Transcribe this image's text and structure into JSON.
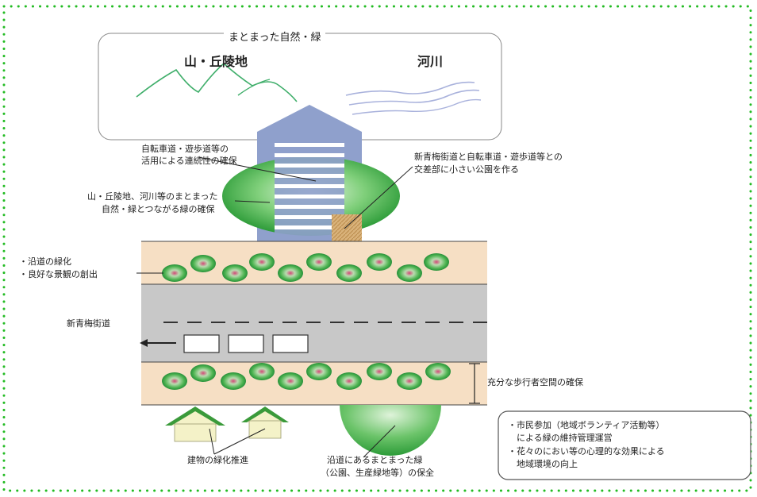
{
  "top_box": {
    "title": "まとまった自然・緑",
    "mountain_label": "山・丘陵地",
    "river_label": "河川"
  },
  "labels": {
    "bicycle_path": [
      "自転車道・遊歩道等の",
      "活用による連続性の確保"
    ],
    "green_connection": [
      "山・丘陵地、河川等のまとまった",
      "自然・緑とつながる緑の確保"
    ],
    "intersection_park": [
      "新青梅街道と自転車道・遊歩道等との",
      "交差部に小さい公園を作る"
    ],
    "roadside_greening": [
      "・沿道の緑化",
      "・良好な景観の創出"
    ],
    "road_name": "新青梅街道",
    "sidewalk_space": "充分な歩行者空間の確保",
    "building_greening": "建物の緑化推進",
    "roadside_green_preserve": [
      "沿道にあるまとまった緑",
      "（公園、生産緑地等）の保全"
    ]
  },
  "info_box": {
    "lines": [
      "・市民参加（地域ボランティア活動等）",
      "　による緑の維持管理運営",
      "・花々のにおい等の心理的な効果による",
      "　地域環境の向上"
    ]
  },
  "colors": {
    "border_dots": "#22bb22",
    "sidewalk": "#f6dfc4",
    "road": "#c8c8c8",
    "tree_outer": "#2e9e3a",
    "tree_inner": "#d24a78",
    "path_blue": "#8fa0cc",
    "mountain_line": "#3fae6a",
    "river_line": "#a9b2dc",
    "building_roof": "#3a9a3a",
    "building_wall": "#f4f2c8"
  }
}
